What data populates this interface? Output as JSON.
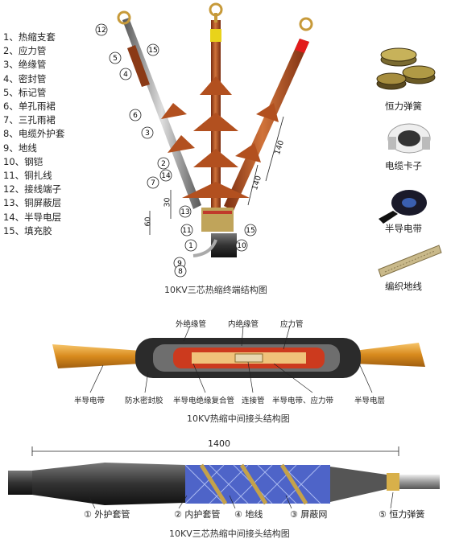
{
  "legend": [
    {
      "num": "1",
      "label": "热缩支套"
    },
    {
      "num": "2",
      "label": "应力管"
    },
    {
      "num": "3",
      "label": "绝缘管"
    },
    {
      "num": "4",
      "label": "密封管"
    },
    {
      "num": "5",
      "label": "标记管"
    },
    {
      "num": "6",
      "label": "单孔雨裙"
    },
    {
      "num": "7",
      "label": "三孔雨裙"
    },
    {
      "num": "8",
      "label": "电缆外护套"
    },
    {
      "num": "9",
      "label": "地线"
    },
    {
      "num": "10",
      "label": "钢铠"
    },
    {
      "num": "11",
      "label": "铜扎线"
    },
    {
      "num": "12",
      "label": "接线端子"
    },
    {
      "num": "13",
      "label": "铜屏蔽层"
    },
    {
      "num": "14",
      "label": "半导电层"
    },
    {
      "num": "15",
      "label": "填充胶"
    }
  ],
  "legend_sep": "、",
  "termination": {
    "caption": "10KV三芯热缩终端结构图",
    "dims": {
      "d140a": "140",
      "d140b": "140",
      "d30": "30",
      "d60": "60"
    },
    "callouts": [
      "12",
      "15",
      "5",
      "4",
      "6",
      "3",
      "2",
      "14",
      "7",
      "13",
      "11",
      "15",
      "1",
      "10",
      "9",
      "8"
    ]
  },
  "accessories": [
    {
      "name": "恒力弹簧"
    },
    {
      "name": "电缆卡子"
    },
    {
      "name": "半导电带"
    },
    {
      "name": "编织地线"
    }
  ],
  "joint": {
    "caption": "10KV热缩中间接头结构图",
    "top_labels": {
      "outer": "外绝缘管",
      "inner": "内绝缘管",
      "stress": "应力管"
    },
    "bottom_labels": {
      "semi_left": "半导电带",
      "seal": "防水密封胶",
      "composite": "半导电绝缘复合管",
      "connector": "连接管",
      "tape": "半导电带、应力带",
      "semi_right": "半导电层"
    }
  },
  "joint3": {
    "caption": "10KV三芯热缩中间接头结构图",
    "length": "1400",
    "labels": [
      {
        "num": "①",
        "text": "外护套管"
      },
      {
        "num": "②",
        "text": "内护套管"
      },
      {
        "num": "④",
        "text": "地线"
      },
      {
        "num": "③",
        "text": "屏蔽网"
      },
      {
        "num": "⑤",
        "text": "恒力弹簧"
      }
    ]
  },
  "colors": {
    "sheath": "#b85a2a",
    "shed": "#a0461e",
    "cable_core": "#e8a435",
    "joint_red": "#cc3a1e",
    "mesh_blue": "#6a7fd0"
  }
}
